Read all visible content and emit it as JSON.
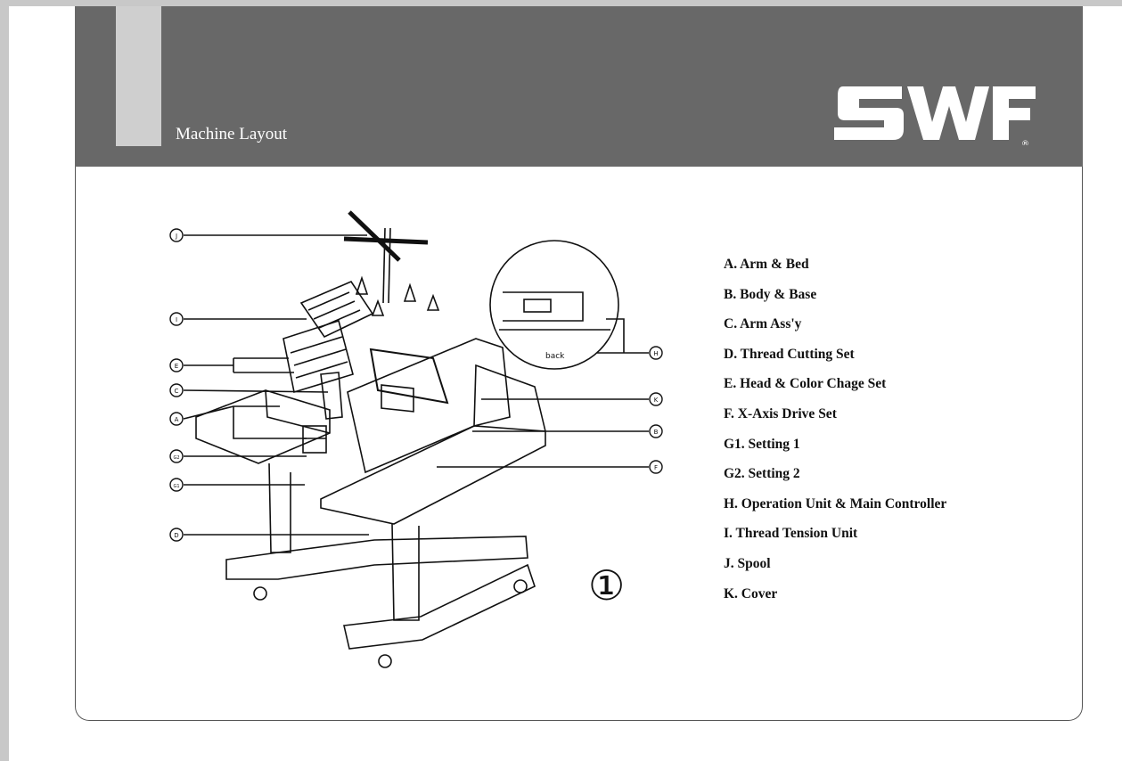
{
  "header": {
    "title": "Machine Layout",
    "logo_text": "SWF",
    "registered_mark": "®"
  },
  "diagram": {
    "callouts": [
      "J",
      "I",
      "E",
      "C",
      "A",
      "G2",
      "G1",
      "D",
      "H",
      "K",
      "B",
      "F"
    ],
    "inset_label": "back",
    "circled_number": "①"
  },
  "legend": {
    "items": [
      "A. Arm & Bed",
      "B. Body & Base",
      "C. Arm Ass'y",
      "D. Thread Cutting Set",
      "E. Head & Color Chage Set",
      "F. X-Axis Drive Set",
      "G1. Setting 1",
      "G2. Setting 2",
      "H. Operation Unit & Main Controller",
      "I. Thread Tension Unit",
      "J. Spool",
      "K. Cover"
    ]
  },
  "colors": {
    "header_bg": "#686868",
    "tab_bg": "#cfcfcf",
    "page_edge": "#c8c8c8"
  }
}
